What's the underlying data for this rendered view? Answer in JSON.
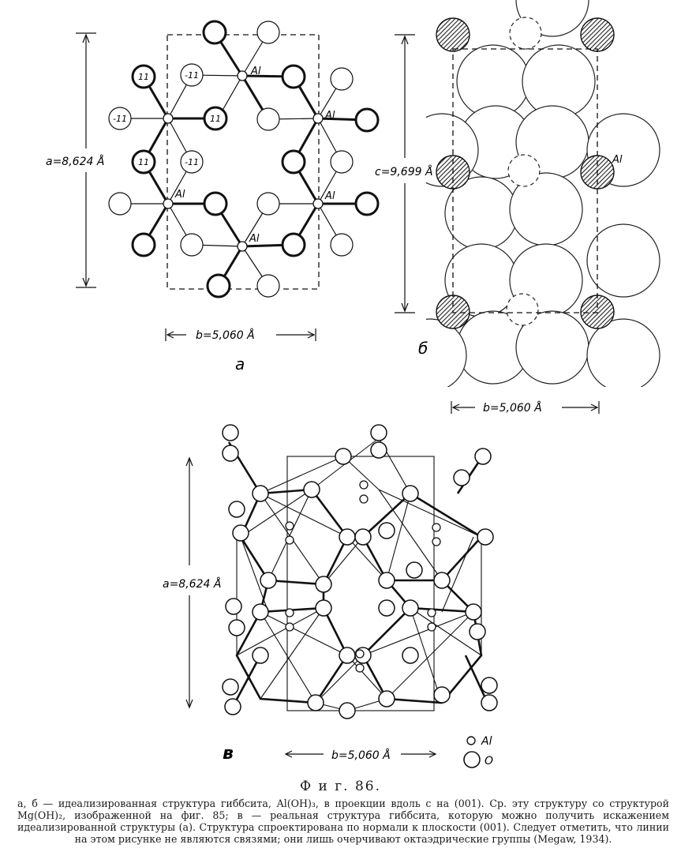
{
  "figure": {
    "title": "Ф и г. 86.",
    "caption": "а, б — идеализированная структура гиббсита, Al(OH)₃, в проекции вдоль c на (001). Ср. эту структуру со структурой Mg(OH)₂, изображенной на фиг. 85; в — реальная структура гиббсита, которую можно получить искажением идеализированной структуры (а). Структура спроектирована по нормали к плоскости (001). Следует отметить, что линии на этом рисунке не являются связями; они лишь очерчивают октаэдрические группы (Megaw, 1934)."
  },
  "panel_a": {
    "letter": "a",
    "dim_a": "a=8,624 Å",
    "dim_b": "b=5,060 Å",
    "al_label": "Al",
    "height_labels": [
      "11",
      "-11",
      "-11",
      "11",
      "11",
      "-11"
    ]
  },
  "panel_b": {
    "letter": "б",
    "dim_c": "c=9,699 Å",
    "dim_b": "b=5,060 Å",
    "al_label": "Al"
  },
  "panel_c": {
    "letter": "в",
    "dim_a": "a=8,624 Å",
    "dim_b": "b=5,060 Å",
    "legend_al": "Al",
    "legend_o": "O"
  }
}
